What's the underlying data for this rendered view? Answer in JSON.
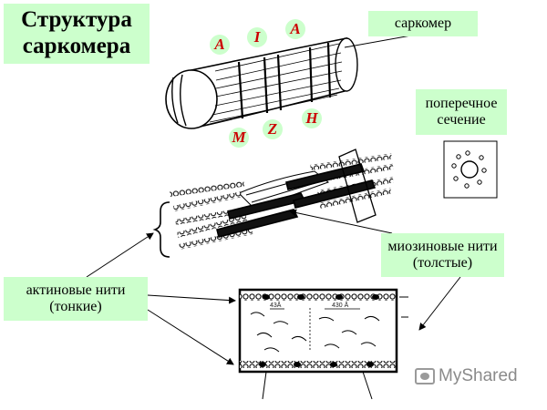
{
  "title": {
    "line1": "Структура",
    "line2": "саркомера"
  },
  "labels": {
    "sarcomere": "саркомер",
    "cross_section": {
      "line1": "поперечное",
      "line2": "сечение"
    },
    "myosin": {
      "line1": "миозиновые нити",
      "line2": "(толстые)"
    },
    "actin": {
      "line1": "актиновые нити",
      "line2": "(тонкие)"
    }
  },
  "band_letters": {
    "a_left": "A",
    "i": "I",
    "a_right": "A",
    "m": "M",
    "z": "Z",
    "h": "H"
  },
  "measurements": {
    "left": "43Å",
    "right": "430 Å"
  },
  "watermark": {
    "text": "MyShared"
  },
  "colors": {
    "label_bg": "#ccffcc",
    "letter_color": "#cc0000",
    "line_color": "#000000"
  }
}
